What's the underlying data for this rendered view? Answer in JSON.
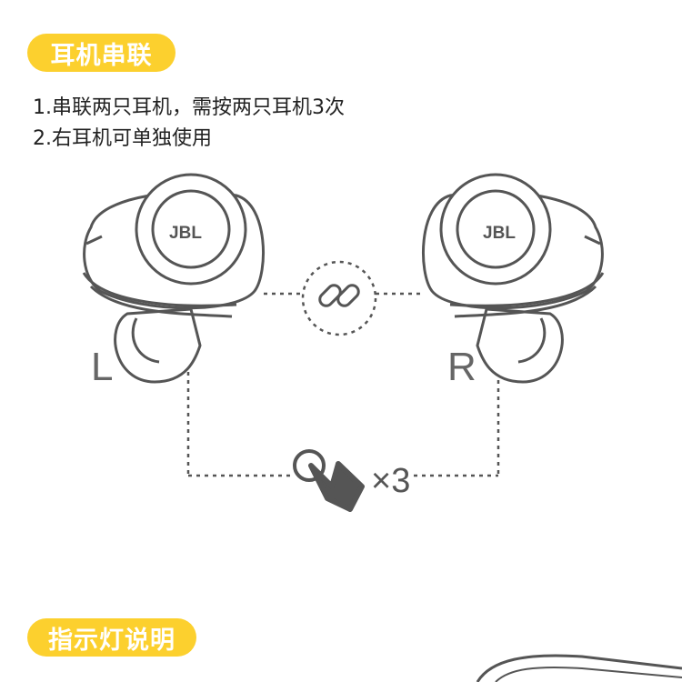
{
  "section1": {
    "title": "耳机串联",
    "instructions": [
      "1.串联两只耳机，需按两只耳机3次",
      "2.右耳机可单独使用"
    ]
  },
  "diagram": {
    "left_label": "L",
    "right_label": "R",
    "brand": "JBL",
    "press_count": "×3",
    "line_color": "#555555"
  },
  "section2": {
    "title": "指示灯说明"
  },
  "colors": {
    "accent": "#FCD02E"
  }
}
